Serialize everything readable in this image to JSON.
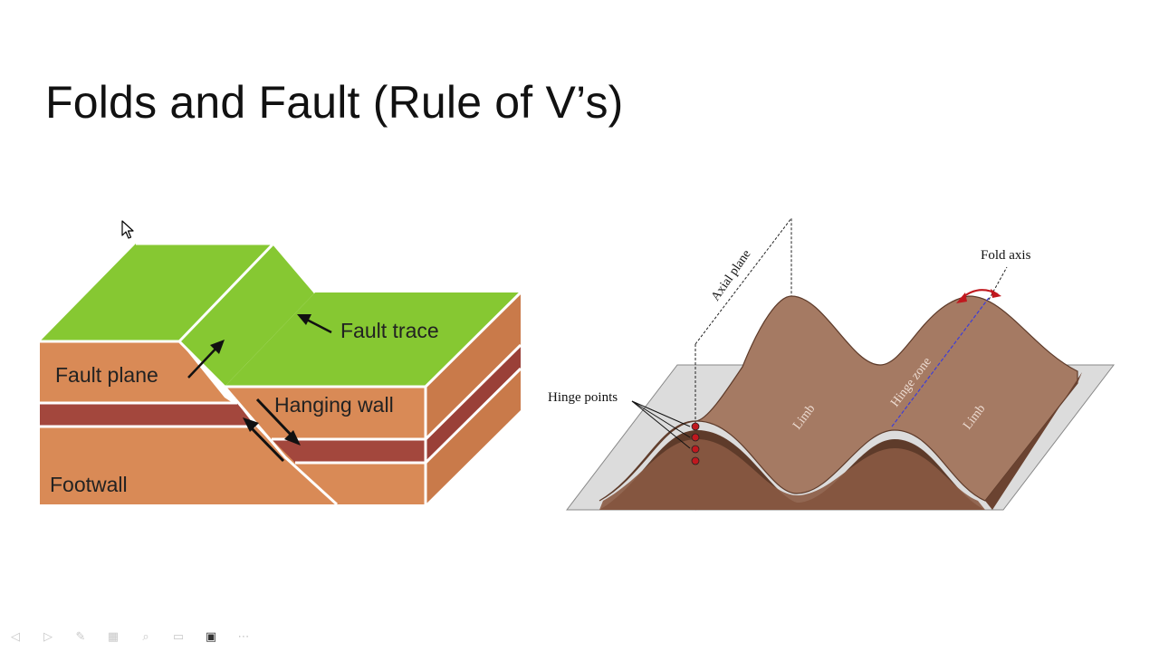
{
  "slide": {
    "title": "Folds and Fault (Rule of V’s)"
  },
  "fault_diagram": {
    "labels": {
      "fault_plane": "Fault plane",
      "fault_trace": "Fault trace",
      "hanging_wall": "Hanging wall",
      "footwall": "Footwall"
    },
    "colors": {
      "surface": "#86c832",
      "rock": "#d98a56",
      "rock_dark": "#b86a3c",
      "band": "#a3473d"
    }
  },
  "fold_diagram": {
    "labels": {
      "axial_plane": "Axial plane",
      "fold_axis": "Fold axis",
      "hinge_points": "Hinge points",
      "hinge_zone": "Hinge zone",
      "limb_left": "Limb",
      "limb_right": "Limb"
    },
    "colors": {
      "layer": "#a57a63",
      "layer_edge": "#5e3b2a",
      "plane": "#dcdcdc",
      "hinge_point": "#c0181e",
      "axis_arrow": "#c0181e",
      "hinge_zone_line": "#3d3dd8"
    }
  },
  "toolbar": {
    "buttons": [
      {
        "icon": "previous-slide-icon",
        "glyph": "◁",
        "active": false
      },
      {
        "icon": "next-slide-icon",
        "glyph": "▷",
        "active": false
      },
      {
        "icon": "pen-icon",
        "glyph": "✎",
        "active": false
      },
      {
        "icon": "slides-grid-icon",
        "glyph": "▦",
        "active": false
      },
      {
        "icon": "zoom-icon",
        "glyph": "⌕",
        "active": false
      },
      {
        "icon": "subtitles-icon",
        "glyph": "▭",
        "active": false
      },
      {
        "icon": "camera-icon",
        "glyph": "▣",
        "active": true
      },
      {
        "icon": "more-options-icon",
        "glyph": "⋯",
        "active": false
      }
    ]
  }
}
